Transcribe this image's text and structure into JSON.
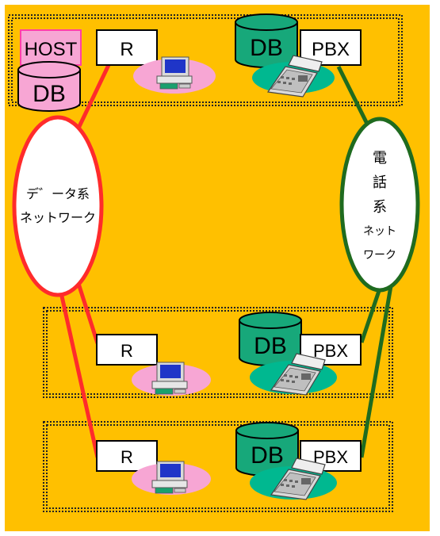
{
  "colors": {
    "background": "#ffc000",
    "data_network": "#ff2b2b",
    "phone_network": "#1f6b1f",
    "db_fill": "#17a87a",
    "pc_pad": "#f7a6d4",
    "phone_pad": "#00b890",
    "host_fill": "#f7a6d4"
  },
  "top_site": {
    "host_label": "HOST",
    "host_db_label": "DB",
    "router_label": "R",
    "db_label": "DB",
    "pbx_label": "PBX",
    "pc_icon": "computer-icon",
    "phone_icon": "telephone-icon"
  },
  "data_network": {
    "line1": "デ゛ータ系",
    "line2": "ネットワーク"
  },
  "phone_network": {
    "lines": [
      "電",
      "話",
      "系",
      "ネット",
      "ワーク"
    ]
  },
  "site2": {
    "router_label": "R",
    "db_label": "DB",
    "pbx_label": "PBX"
  },
  "site3": {
    "router_label": "R",
    "db_label": "DB",
    "pbx_label": "PBX"
  }
}
